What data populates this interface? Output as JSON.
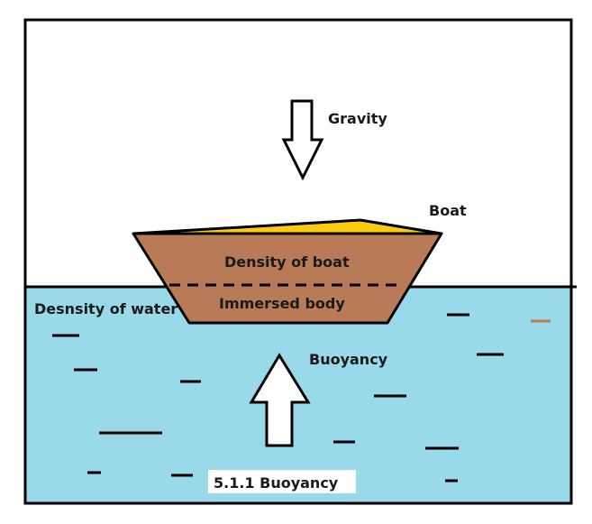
{
  "labels": {
    "gravity": "Gravity",
    "boat": "Boat",
    "density_of_boat": "Density of boat",
    "immersed_body": "Immersed body",
    "density_of_water": "Desnsity of water",
    "buoyancy": "Buoyancy",
    "caption": "5.1.1 Buoyancy"
  },
  "colors": {
    "water": "#99d9ea",
    "boat_hull": "#b97a57",
    "deck": "#ffc90e",
    "outline": "#000000",
    "brown_dash": "#b97a57"
  }
}
